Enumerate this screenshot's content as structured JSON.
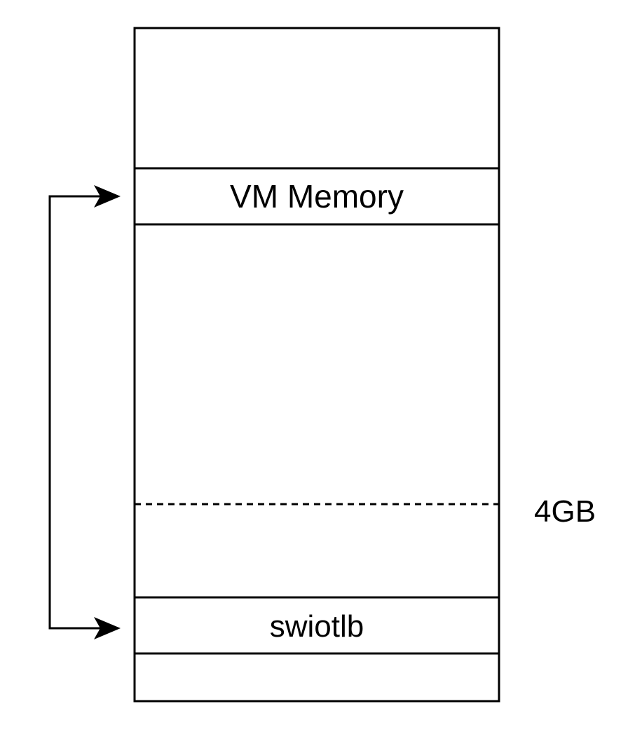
{
  "diagram": {
    "regions": {
      "vm_memory": "VM Memory",
      "swiotlb": "swiotlb"
    },
    "boundary_label": "4GB",
    "colors": {
      "stroke": "#000000",
      "background": "#ffffff",
      "text": "#000000"
    },
    "connector": {
      "from": "swiotlb",
      "to": "vm_memory",
      "style": "elbow arrow, arrowheads on both ends"
    }
  }
}
